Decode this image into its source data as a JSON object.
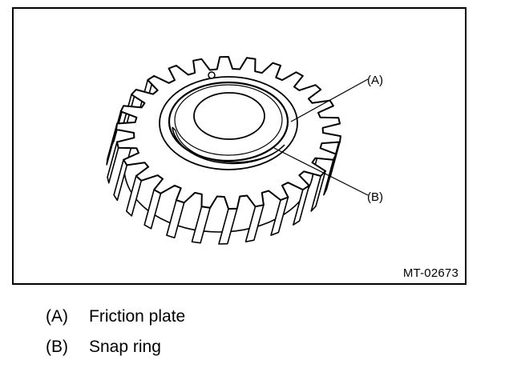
{
  "figure": {
    "id": "MT-02673",
    "callouts": [
      {
        "key": "(A)",
        "target": "friction-plate"
      },
      {
        "key": "(B)",
        "target": "snap-ring"
      }
    ]
  },
  "legend": [
    {
      "key": "(A)",
      "label": "Friction plate"
    },
    {
      "key": "(B)",
      "label": "Snap ring"
    }
  ],
  "colors": {
    "line": "#000000",
    "background": "#ffffff"
  }
}
